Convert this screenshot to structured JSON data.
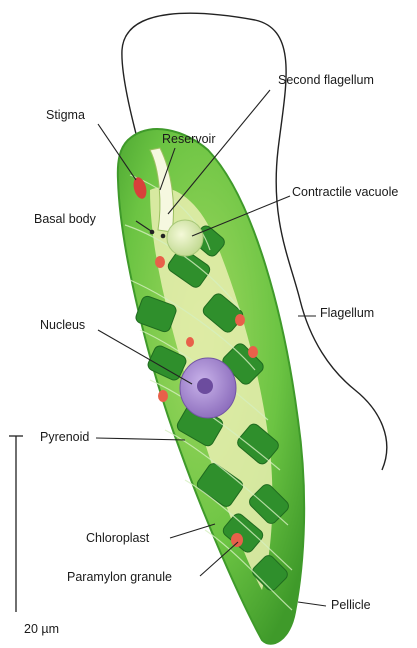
{
  "labels": {
    "stigma": "Stigma",
    "reservoir": "Reservoir",
    "second_flagellum": "Second flagellum",
    "contractile_vacuole": "Contractile vacuole",
    "basal_body": "Basal body",
    "flagellum": "Flagellum",
    "nucleus": "Nucleus",
    "pyrenoid": "Pyrenoid",
    "chloroplast": "Chloroplast",
    "paramylon_granule": "Paramylon granule",
    "pellicle": "Pellicle"
  },
  "scale_bar": {
    "label": "20 µm"
  },
  "colors": {
    "cell_body": "#5cbf3a",
    "cell_outline": "#3f9a2a",
    "cytoplasm": "#e9efb0",
    "chloroplast": "#2f8f2c",
    "nucleus": "#a98bd0",
    "stigma": "#d8403a",
    "paramylon": "#e8604a",
    "vacuole": "#dbeab0"
  }
}
